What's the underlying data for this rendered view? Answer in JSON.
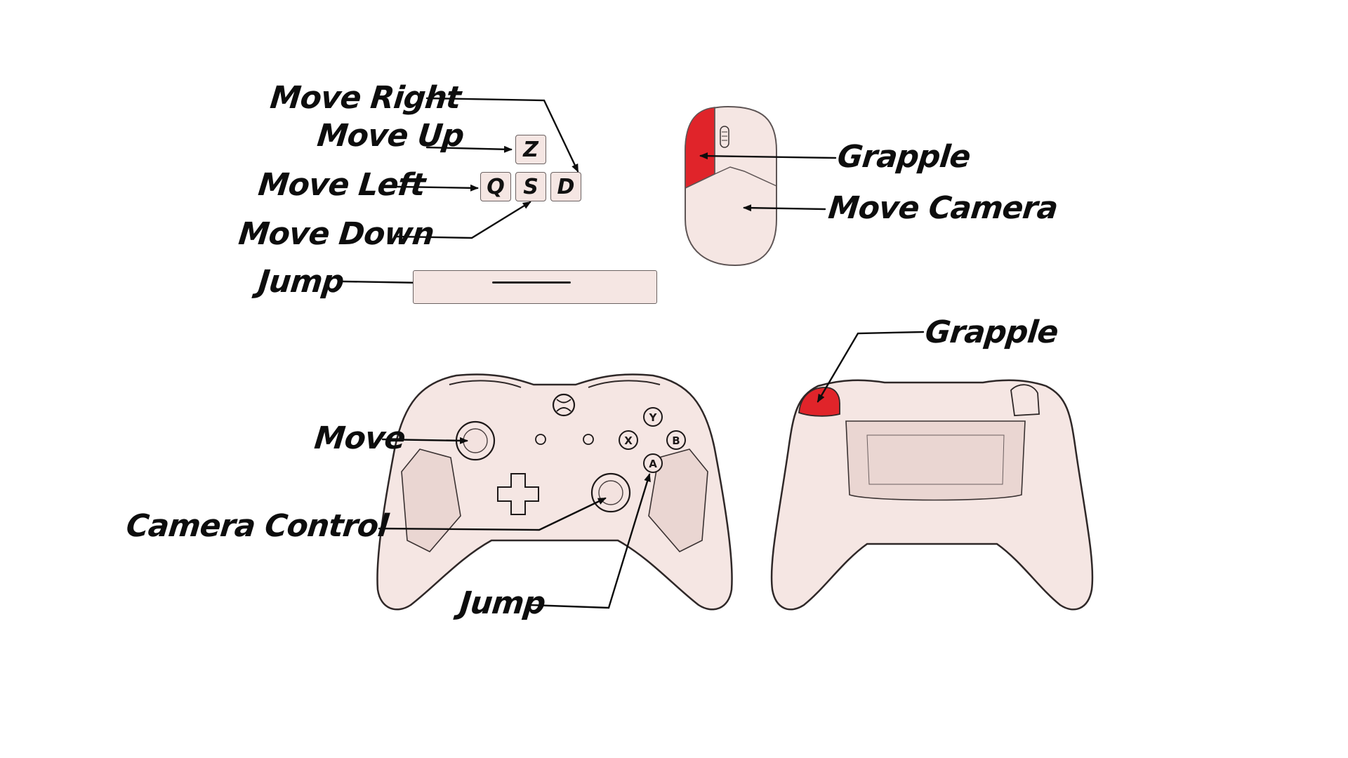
{
  "keyboard": {
    "labels": {
      "move_right": "Move Right",
      "move_up": "Move Up",
      "move_left": "Move Left",
      "move_down": "Move Down",
      "jump": "Jump"
    },
    "keys": {
      "up": "Z",
      "left": "Q",
      "down": "S",
      "right": "D"
    }
  },
  "mouse": {
    "labels": {
      "grapple": "Grapple",
      "move_camera": "Move Camera"
    }
  },
  "controller_front": {
    "labels": {
      "move": "Move",
      "camera_control": "Camera Control",
      "jump": "Jump"
    },
    "buttons": {
      "y": "Y",
      "x": "X",
      "b": "B",
      "a": "A"
    }
  },
  "controller_back": {
    "labels": {
      "grapple": "Grapple"
    }
  },
  "colors": {
    "device_fill": "#f5e6e3",
    "highlight": "#e0242a",
    "ink": "#0d0d0d"
  }
}
